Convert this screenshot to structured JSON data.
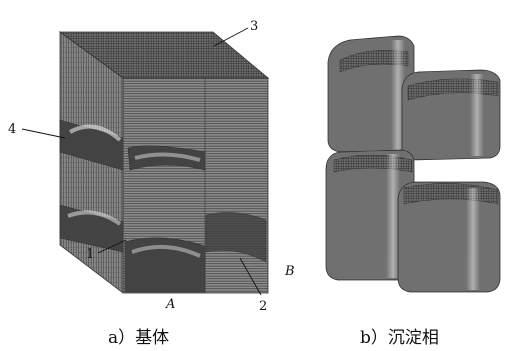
{
  "figure": {
    "callouts": [
      "1",
      "2",
      "3",
      "4"
    ],
    "face_labels": {
      "a": "A",
      "b": "B"
    },
    "captions": {
      "left": "a）基体",
      "right": "b）沉淀相"
    }
  }
}
